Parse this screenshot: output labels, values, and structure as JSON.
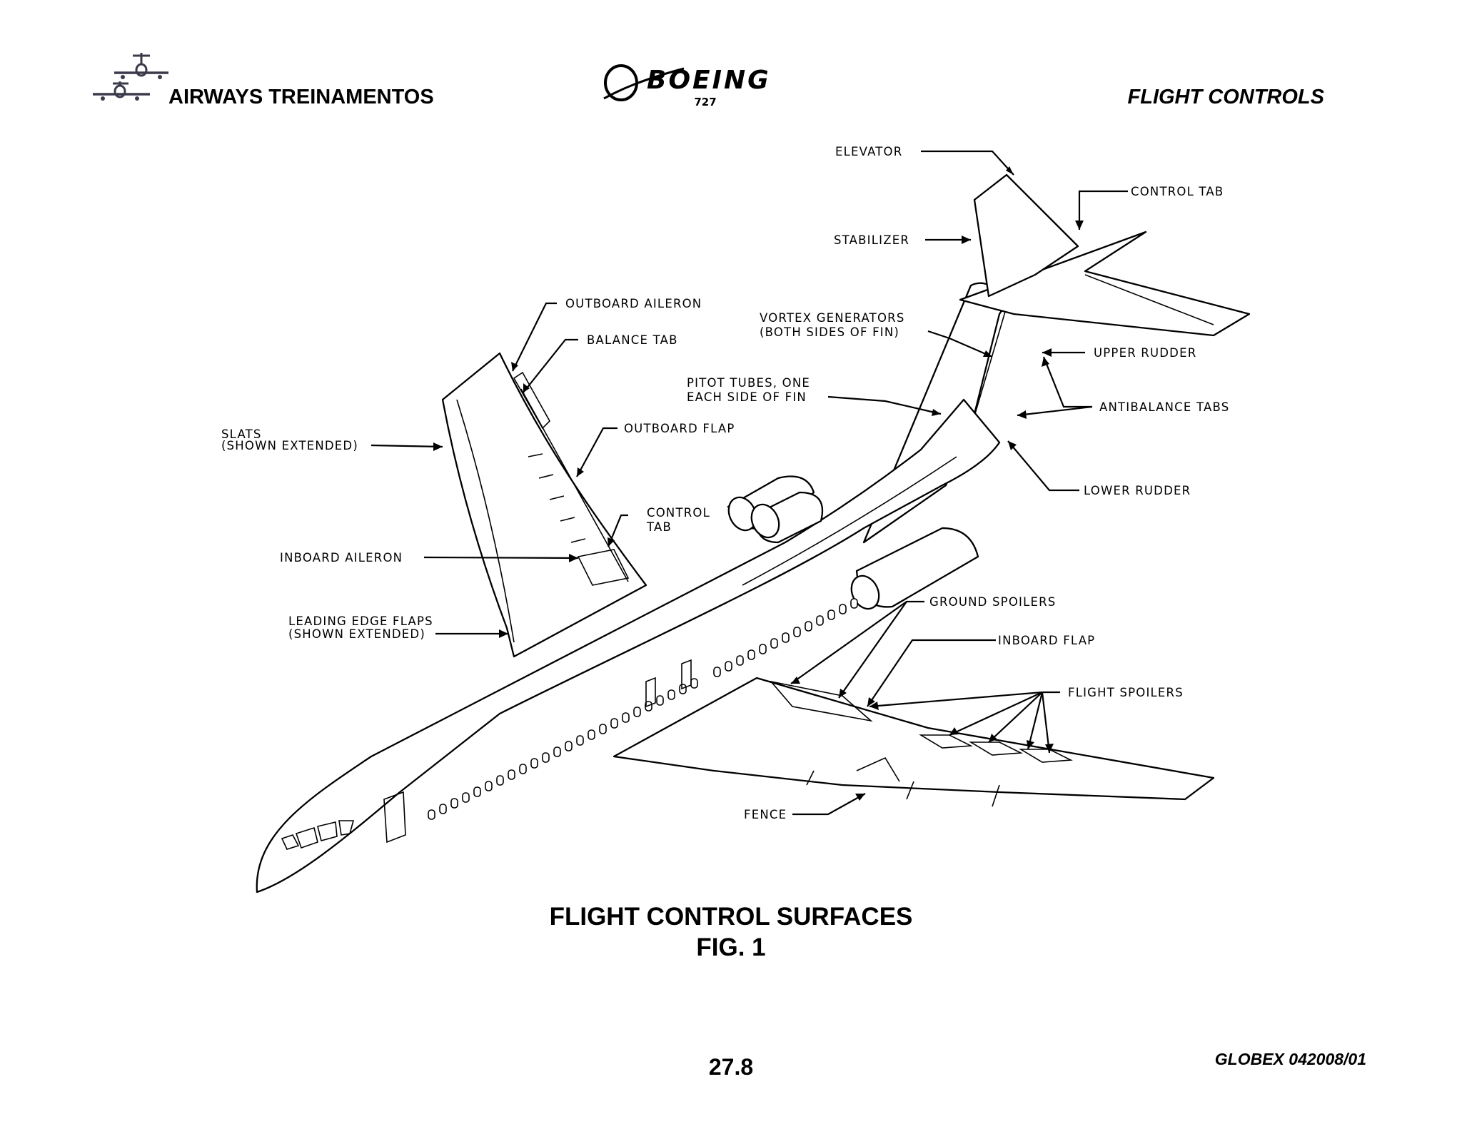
{
  "header": {
    "company": "AIRWAYS  TREINAMENTOS",
    "logo_text": "BOEING",
    "model": "727",
    "section": "FLIGHT CONTROLS"
  },
  "labels": {
    "elevator": "ELEVATOR",
    "control_tab_tail": "CONTROL TAB",
    "stabilizer": "STABILIZER",
    "outboard_aileron": "OUTBOARD AILERON",
    "balance_tab": "BALANCE TAB",
    "vortex_1": "VORTEX GENERATORS",
    "vortex_2": "(BOTH SIDES OF FIN)",
    "upper_rudder": "UPPER RUDDER",
    "pitot_1": "PITOT TUBES, ONE",
    "pitot_2": "EACH SIDE OF FIN",
    "antibalance_tabs": "ANTIBALANCE TABS",
    "slats_1": "SLATS",
    "slats_2": "(SHOWN EXTENDED)",
    "outboard_flap": "OUTBOARD FLAP",
    "lower_rudder": "LOWER RUDDER",
    "control_tab_wing_1": "CONTROL",
    "control_tab_wing_2": "TAB",
    "inboard_aileron": "INBOARD AILERON",
    "ground_spoilers": "GROUND SPOILERS",
    "leading_edge_1": "LEADING EDGE FLAPS",
    "leading_edge_2": "(SHOWN EXTENDED)",
    "inboard_flap": "INBOARD FLAP",
    "flight_spoilers": "FLIGHT SPOILERS",
    "fence": "FENCE"
  },
  "caption": {
    "title": "FLIGHT CONTROL SURFACES",
    "figure": "FIG. 1"
  },
  "footer": {
    "page_number": "27.8",
    "doc_code": "GLOBEX 042008/01"
  }
}
